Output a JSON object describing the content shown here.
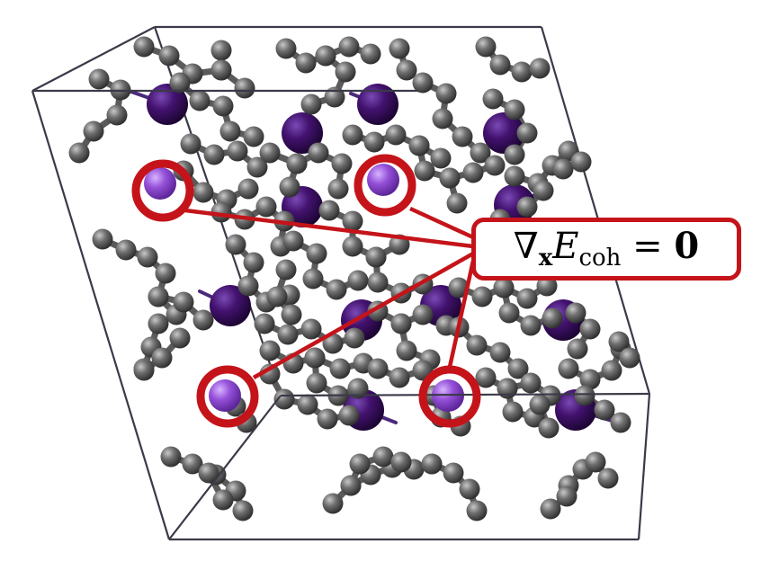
{
  "equation": {
    "nabla": "∇",
    "grad_sub": "x",
    "energy": "E",
    "energy_sub": "coh",
    "equals": "=",
    "rhs": "0"
  },
  "colors": {
    "carbon": "#606060",
    "iodine_dark": "#3d0f6b",
    "iodine_highlight": "#8e4fd2",
    "bond": "#5a5a5a",
    "cell_edge": "#3a3a48",
    "marker": "#c4141a"
  }
}
